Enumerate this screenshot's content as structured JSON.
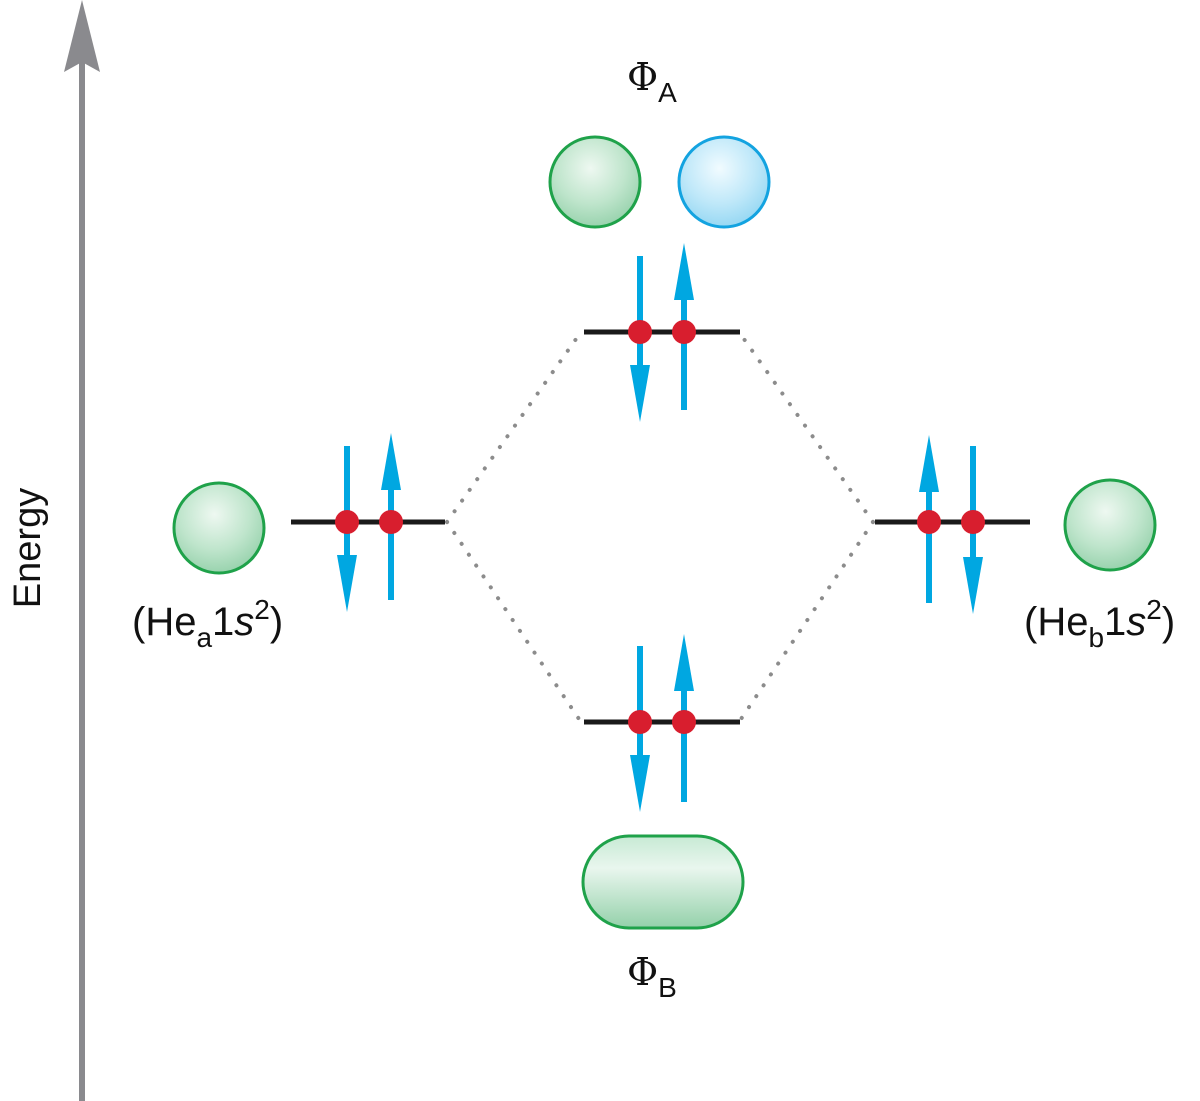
{
  "axis": {
    "label": "Energy"
  },
  "orbitals": {
    "antibonding": {
      "symbol": "Φ",
      "subscript": "A"
    },
    "bonding": {
      "symbol": "Φ",
      "subscript": "B"
    },
    "atom_a": {
      "open": "(He",
      "sub": "a",
      "mid": "1",
      "italic": "s",
      "sup": "2",
      "close": ")"
    },
    "atom_b": {
      "open": "(He",
      "sub": "b",
      "mid": "1",
      "italic": "s",
      "sup": "2",
      "close": ")"
    }
  },
  "colors": {
    "axis": "#8a8a8e",
    "level": "#1a1a1a",
    "spin_arrow": "#00a7e1",
    "electron": "#d81e2e",
    "connector": "#8c8c8c",
    "orbital_green_fill": "#a9dcbc",
    "orbital_green_stroke": "#1fa24a",
    "orbital_blue_fill": "#a9def5",
    "orbital_blue_stroke": "#13a3e0"
  }
}
